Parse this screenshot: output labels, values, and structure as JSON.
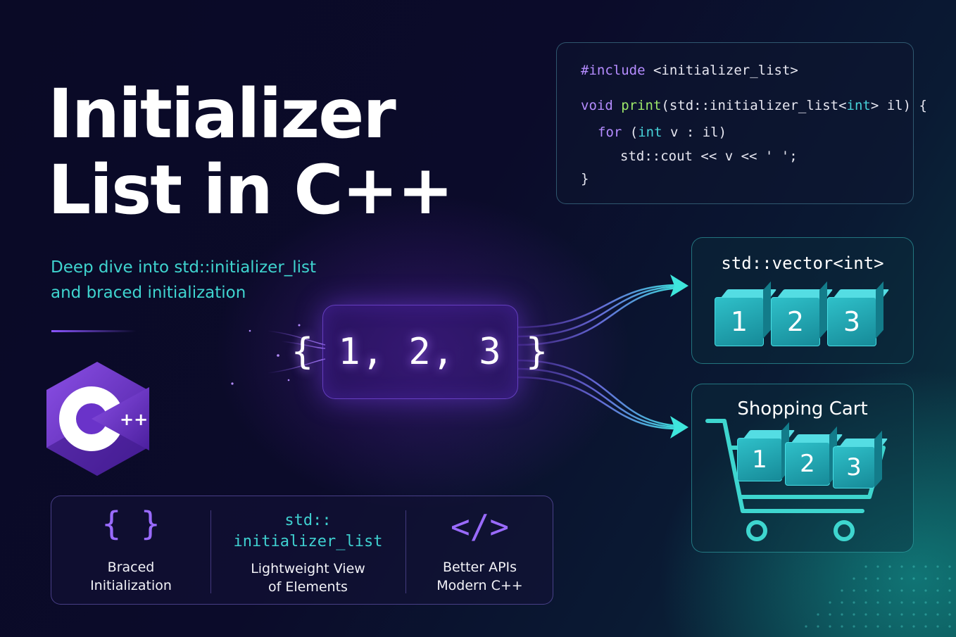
{
  "title": {
    "line1": "Initializer",
    "line2": "List in C++"
  },
  "subtitle": {
    "line1": "Deep dive into std::initializer_list",
    "line2": "and braced initialization"
  },
  "logo": {
    "text": "C",
    "suffix": "++",
    "icon": "cpp-logo-icon"
  },
  "code": {
    "include_kw": "#include",
    "include_hdr": "<initializer_list>",
    "l2_void": "void",
    "l2_fn": "print",
    "l2_a": "(std::initializer_list<",
    "l2_int": "int",
    "l2_b": "> il) {",
    "l3_for": "for",
    "l3_a": " (",
    "l3_int": "int",
    "l3_b": " v : il)",
    "l4": "std::cout << v << ' ';",
    "l5": "}"
  },
  "braced": {
    "text": "{ 1, 2, 3 }"
  },
  "vector_panel": {
    "title": "std::vector<int>",
    "values": [
      "1",
      "2",
      "3"
    ]
  },
  "cart_panel": {
    "title": "Shopping Cart",
    "values": [
      "1",
      "2",
      "3"
    ],
    "icon": "cart-icon"
  },
  "features": [
    {
      "icon": "{ }",
      "icon_name": "braces-icon",
      "label1": "Braced",
      "label2": "Initialization"
    },
    {
      "mono1": "std::",
      "mono2": "initializer_list",
      "label1": "Lightweight View",
      "label2": "of Elements"
    },
    {
      "icon": "</>",
      "icon_name": "code-icon",
      "label1": "Better APIs",
      "label2": "Modern C++"
    }
  ],
  "colors": {
    "accent_teal": "#3fd4cf",
    "accent_purple": "#9a6bff",
    "background": "#0a0a26"
  }
}
